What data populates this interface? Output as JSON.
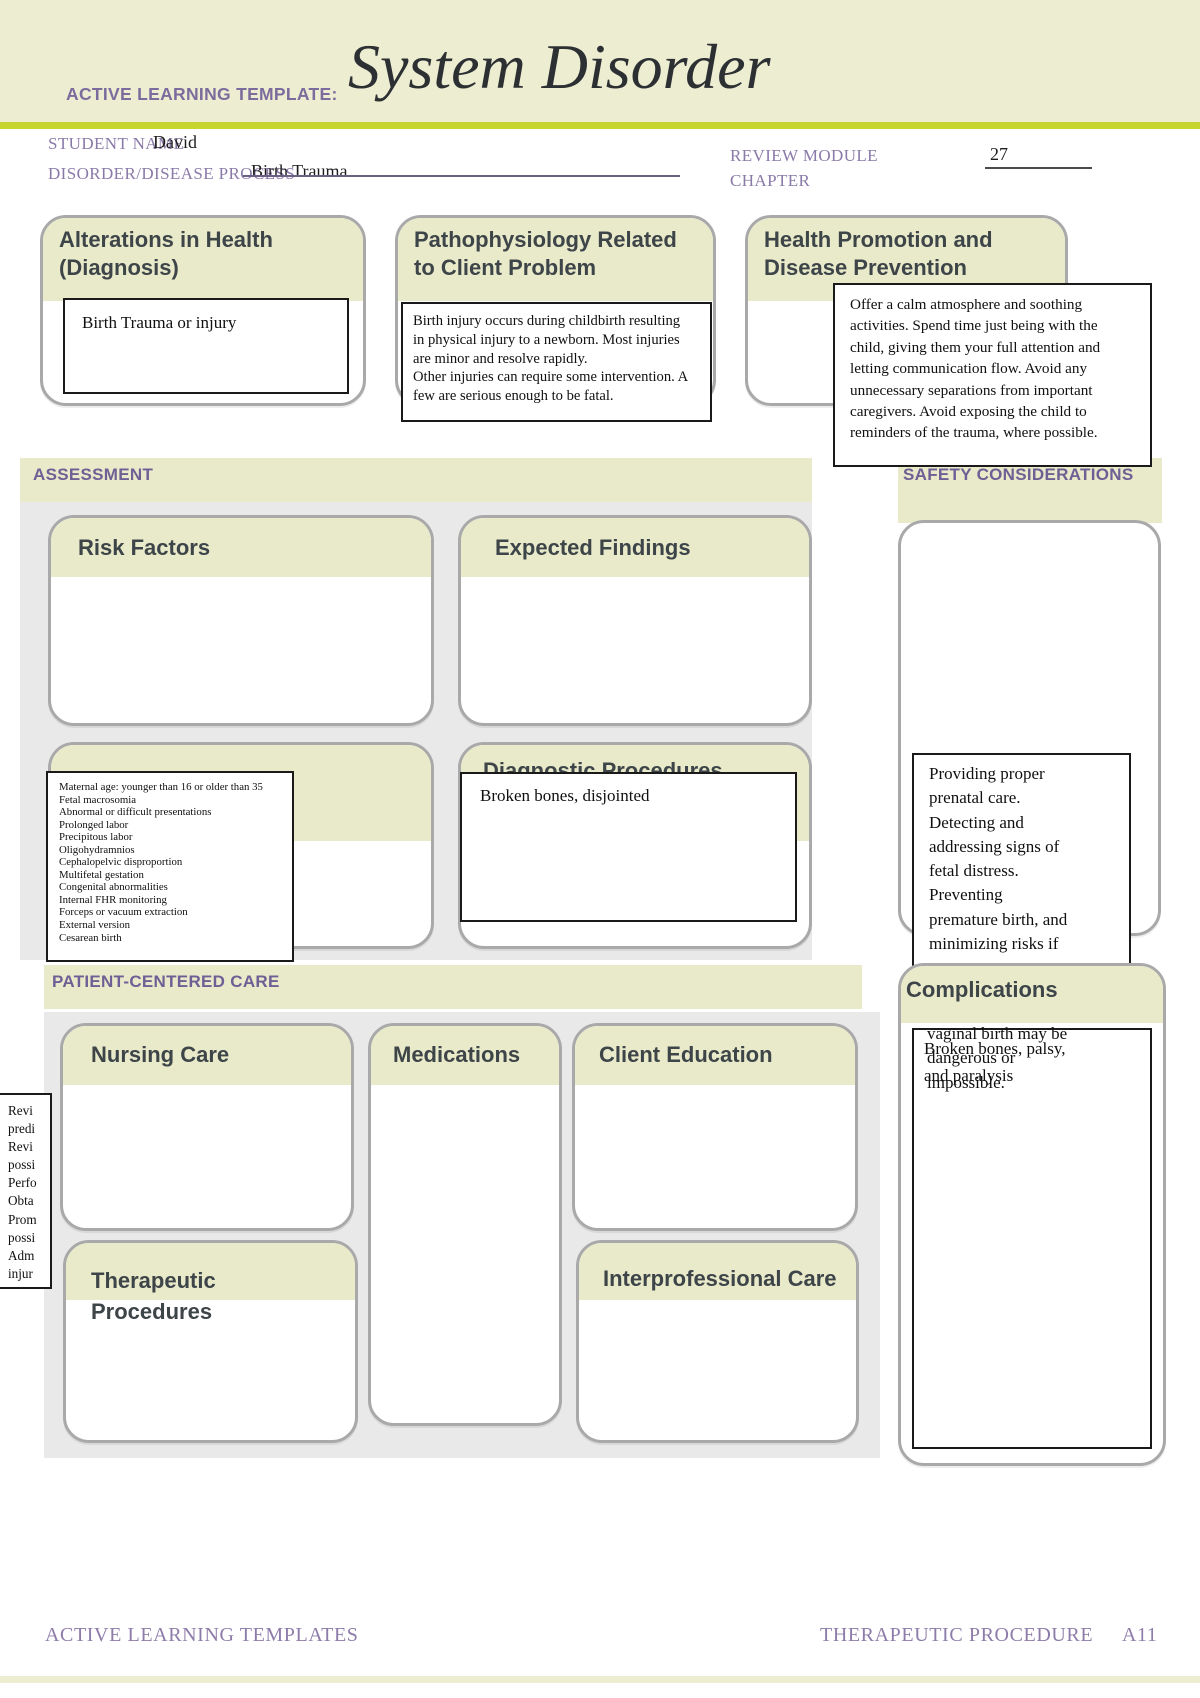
{
  "header": {
    "template_label": "ACTIVE LEARNING TEMPLATE:",
    "title": "System Disorder",
    "student_name_label": "STUDENT NAME",
    "student_name_value": "David",
    "disorder_label": "DISORDER/DISEASE PROCESS",
    "disorder_value": "Birth Trauma",
    "review_module_label": "REVIEW MODULE",
    "chapter_label": "CHAPTER",
    "chapter_value": "27"
  },
  "colors": {
    "header_band": "#ededd1",
    "accent_line": "#c6d62e",
    "section_khaki": "#e9eaca",
    "panel_gray": "#e9e9e9",
    "label_purple": "#6e5f95",
    "serif_purple": "#8a7aa8"
  },
  "cards": {
    "alterations": {
      "title": "Alterations in Health (Diagnosis)",
      "content": "Birth Trauma or injury"
    },
    "pathophysiology": {
      "title": "Pathophysiology Related to Client Problem",
      "content": "Birth injury occurs during childbirth resulting\nin physical injury to a newborn. Most injuries\nare minor and resolve rapidly.\nOther injuries can require some intervention. A\nfew are serious enough to be fatal."
    },
    "health_promotion": {
      "title": "Health Promotion and Disease Prevention",
      "content": "Offer a calm atmosphere and soothing\nactivities. Spend time just being with the\nchild, giving them your full attention and\nletting communication flow. Avoid any\nunnecessary separations from important\ncaregivers. Avoid exposing the child to\nreminders of the trauma, where possible."
    }
  },
  "assessment": {
    "section_label": "ASSESSMENT",
    "risk_factors": {
      "title": "Risk Factors",
      "list": "Maternal age: younger than 16 or older than 35\nFetal macrosomia\nAbnormal or difficult presentations\nProlonged labor\nPrecipitous labor\nOligohydramnios\nCephalopelvic disproportion\nMultifetal gestation\nCongenital abnormalities\nInternal FHR monitoring\nForceps or vacuum extraction\nExternal version\nCesarean birth"
    },
    "expected_findings": {
      "title": "Expected Findings"
    },
    "diagnostic_procedures": {
      "title": "Diagnostic Procedures",
      "content": "Broken bones, disjointed"
    }
  },
  "safety": {
    "section_label": "SAFETY CONSIDERATIONS",
    "content_main": "Providing proper\nprenatal care.\nDetecting and\naddressing signs of\nfetal distress.\nPreventing\npremature birth, and\nminimizing risks if",
    "content_overflow": "vaginal birth may be\ndangerous or\nimpossible."
  },
  "complications": {
    "title": "Complications",
    "content": "Broken bones, palsy,\nand paralysis"
  },
  "patient_centered_care": {
    "section_label": "PATIENT-CENTERED CARE",
    "nursing_care_title": "Nursing Care",
    "medications_title": "Medications",
    "client_education_title": "Client Education",
    "therapeutic_procedures_title": "Therapeutic Procedures",
    "interprofessional_care_title": "Interprofessional Care",
    "clipped_notes": "Revi\npredi\nRevi\npossi\nPerfo\nObta\nProm\npossi\nAdm\ninjur"
  },
  "footer": {
    "left": "ACTIVE LEARNING TEMPLATES",
    "right": "THERAPEUTIC PROCEDURE",
    "page": "A11"
  }
}
